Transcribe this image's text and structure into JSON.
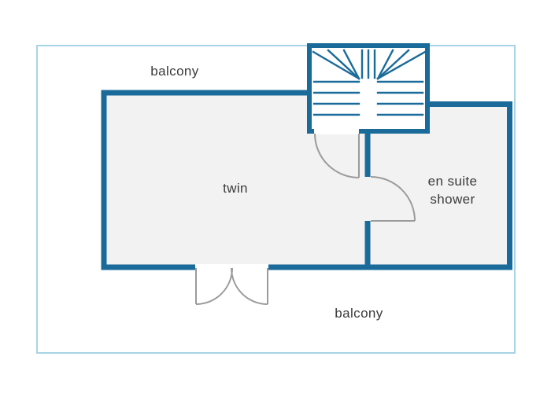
{
  "colors": {
    "page": "#ffffff",
    "wall": "#1a6b9a",
    "balcony_outline": "#a8d4e6",
    "room_fill": "#f2f2f2",
    "stairs_fill": "#ffffff",
    "door": "#9b9b9b",
    "text": "#3a3a3a"
  },
  "labels": {
    "balcony_top": "balcony",
    "twin": "twin",
    "en_suite": "en suite\nshower",
    "balcony_bottom": "balcony"
  },
  "elements": {
    "stairs": "staircase",
    "doors": [
      "stairs-to-twin-door",
      "twin-to-en-suite-door",
      "twin-to-balcony-double-door"
    ]
  }
}
